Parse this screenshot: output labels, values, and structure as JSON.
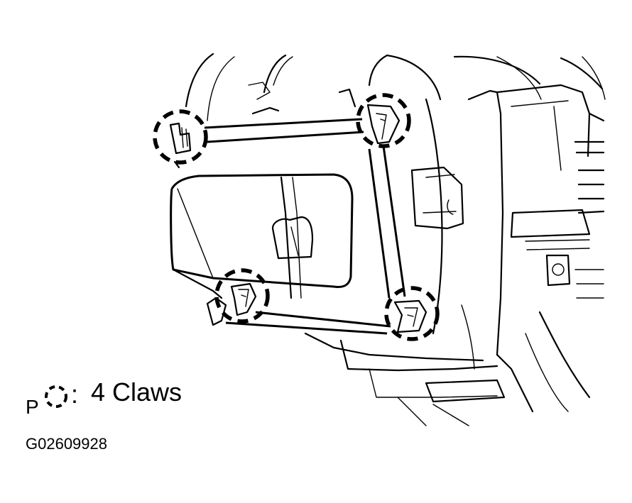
{
  "legend": {
    "prefix": "P",
    "symbol": "dashed-circle",
    "colon": ":",
    "text": "4 Claws"
  },
  "figure_id": "G02609928"
}
